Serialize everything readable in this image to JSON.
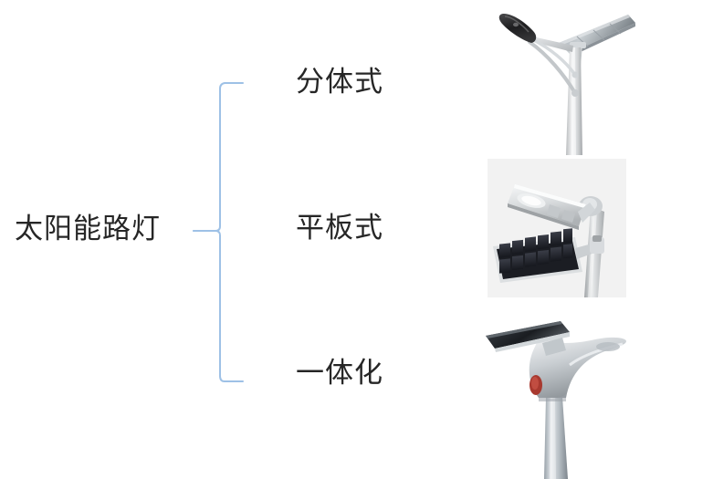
{
  "diagram": {
    "type": "bracket-mindmap",
    "root": {
      "label": "太阳能路灯"
    },
    "branches": [
      {
        "label": "分体式",
        "image_alt": "split-type solar street light photo"
      },
      {
        "label": "平板式",
        "image_alt": "flat-panel solar street light photo"
      },
      {
        "label": "一体化",
        "image_alt": "all-in-one integrated solar street light photo"
      }
    ],
    "colors": {
      "brace": "#9ec1e6",
      "text": "#262626",
      "background": "#ffffff"
    }
  }
}
